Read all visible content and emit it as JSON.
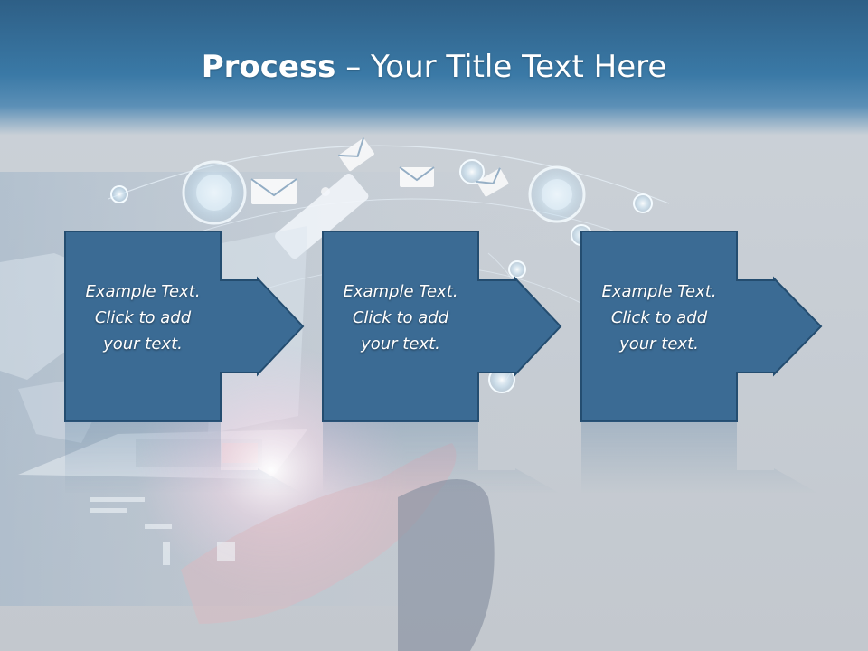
{
  "slide": {
    "title_bold": "Process",
    "title_rest": " – Your Title Text Here"
  },
  "steps": [
    {
      "line1": "Example Text.",
      "line2": "Click  to add",
      "line3": "your text."
    },
    {
      "line1": "Example Text.",
      "line2": "Click  to add",
      "line3": "your text."
    },
    {
      "line1": "Example Text.",
      "line2": "Click  to add",
      "line3": "your text."
    }
  ],
  "colors": {
    "box_fill": "#3b6b94",
    "box_border": "#244d70",
    "title_band": "#3a79a6"
  },
  "icons": [
    "globe-network-graphic",
    "mail-icon",
    "tablet-icon",
    "laptop-graphic",
    "hand-graphic"
  ]
}
